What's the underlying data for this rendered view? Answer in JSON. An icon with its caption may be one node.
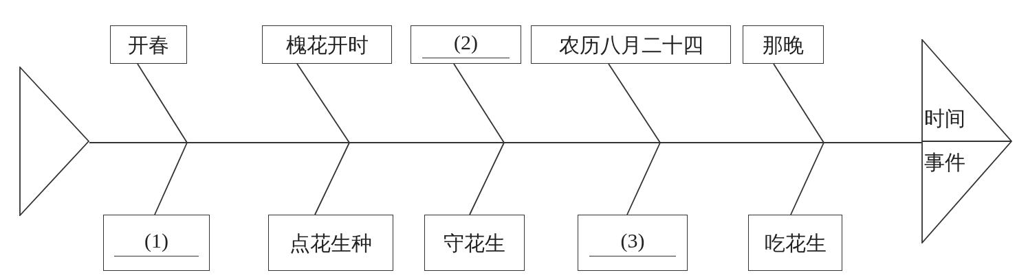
{
  "diagram": {
    "nodes": [
      {
        "text": [],
        "shape": "triangle"
      },
      {
        "text": [
          "开春"
        ]
      },
      {
        "text": [
          "槐花开时"
        ]
      },
      {
        "text": [
          "(2)"
        ]
      },
      {
        "text": [
          "农历八月二十四"
        ]
      },
      {
        "text": [
          "那晚"
        ]
      },
      {
        "text": [
          "(1)"
        ]
      },
      {
        "text": [
          "点花生种"
        ]
      },
      {
        "text": [
          "守花生"
        ]
      },
      {
        "text": [
          "(3)"
        ]
      },
      {
        "text": [
          "吃花生"
        ]
      },
      {
        "text": [
          "时间",
          "事件"
        ]
      }
    ],
    "edges": [
      {
        "from": 0,
        "to": 11,
        "arrow": "none"
      },
      {
        "from": 1,
        "to": null,
        "arrow": "none"
      },
      {
        "from": 2,
        "to": null,
        "arrow": "none"
      },
      {
        "from": 3,
        "to": null,
        "arrow": "none"
      },
      {
        "from": 4,
        "to": null,
        "arrow": "none"
      },
      {
        "from": 5,
        "to": null,
        "arrow": "none"
      },
      {
        "from": 6,
        "to": null,
        "arrow": "none"
      },
      {
        "from": 7,
        "to": null,
        "arrow": "none"
      },
      {
        "from": 8,
        "to": null,
        "arrow": "none"
      },
      {
        "from": 9,
        "to": null,
        "arrow": "none"
      },
      {
        "from": 10,
        "to": null,
        "arrow": "none"
      }
    ]
  }
}
